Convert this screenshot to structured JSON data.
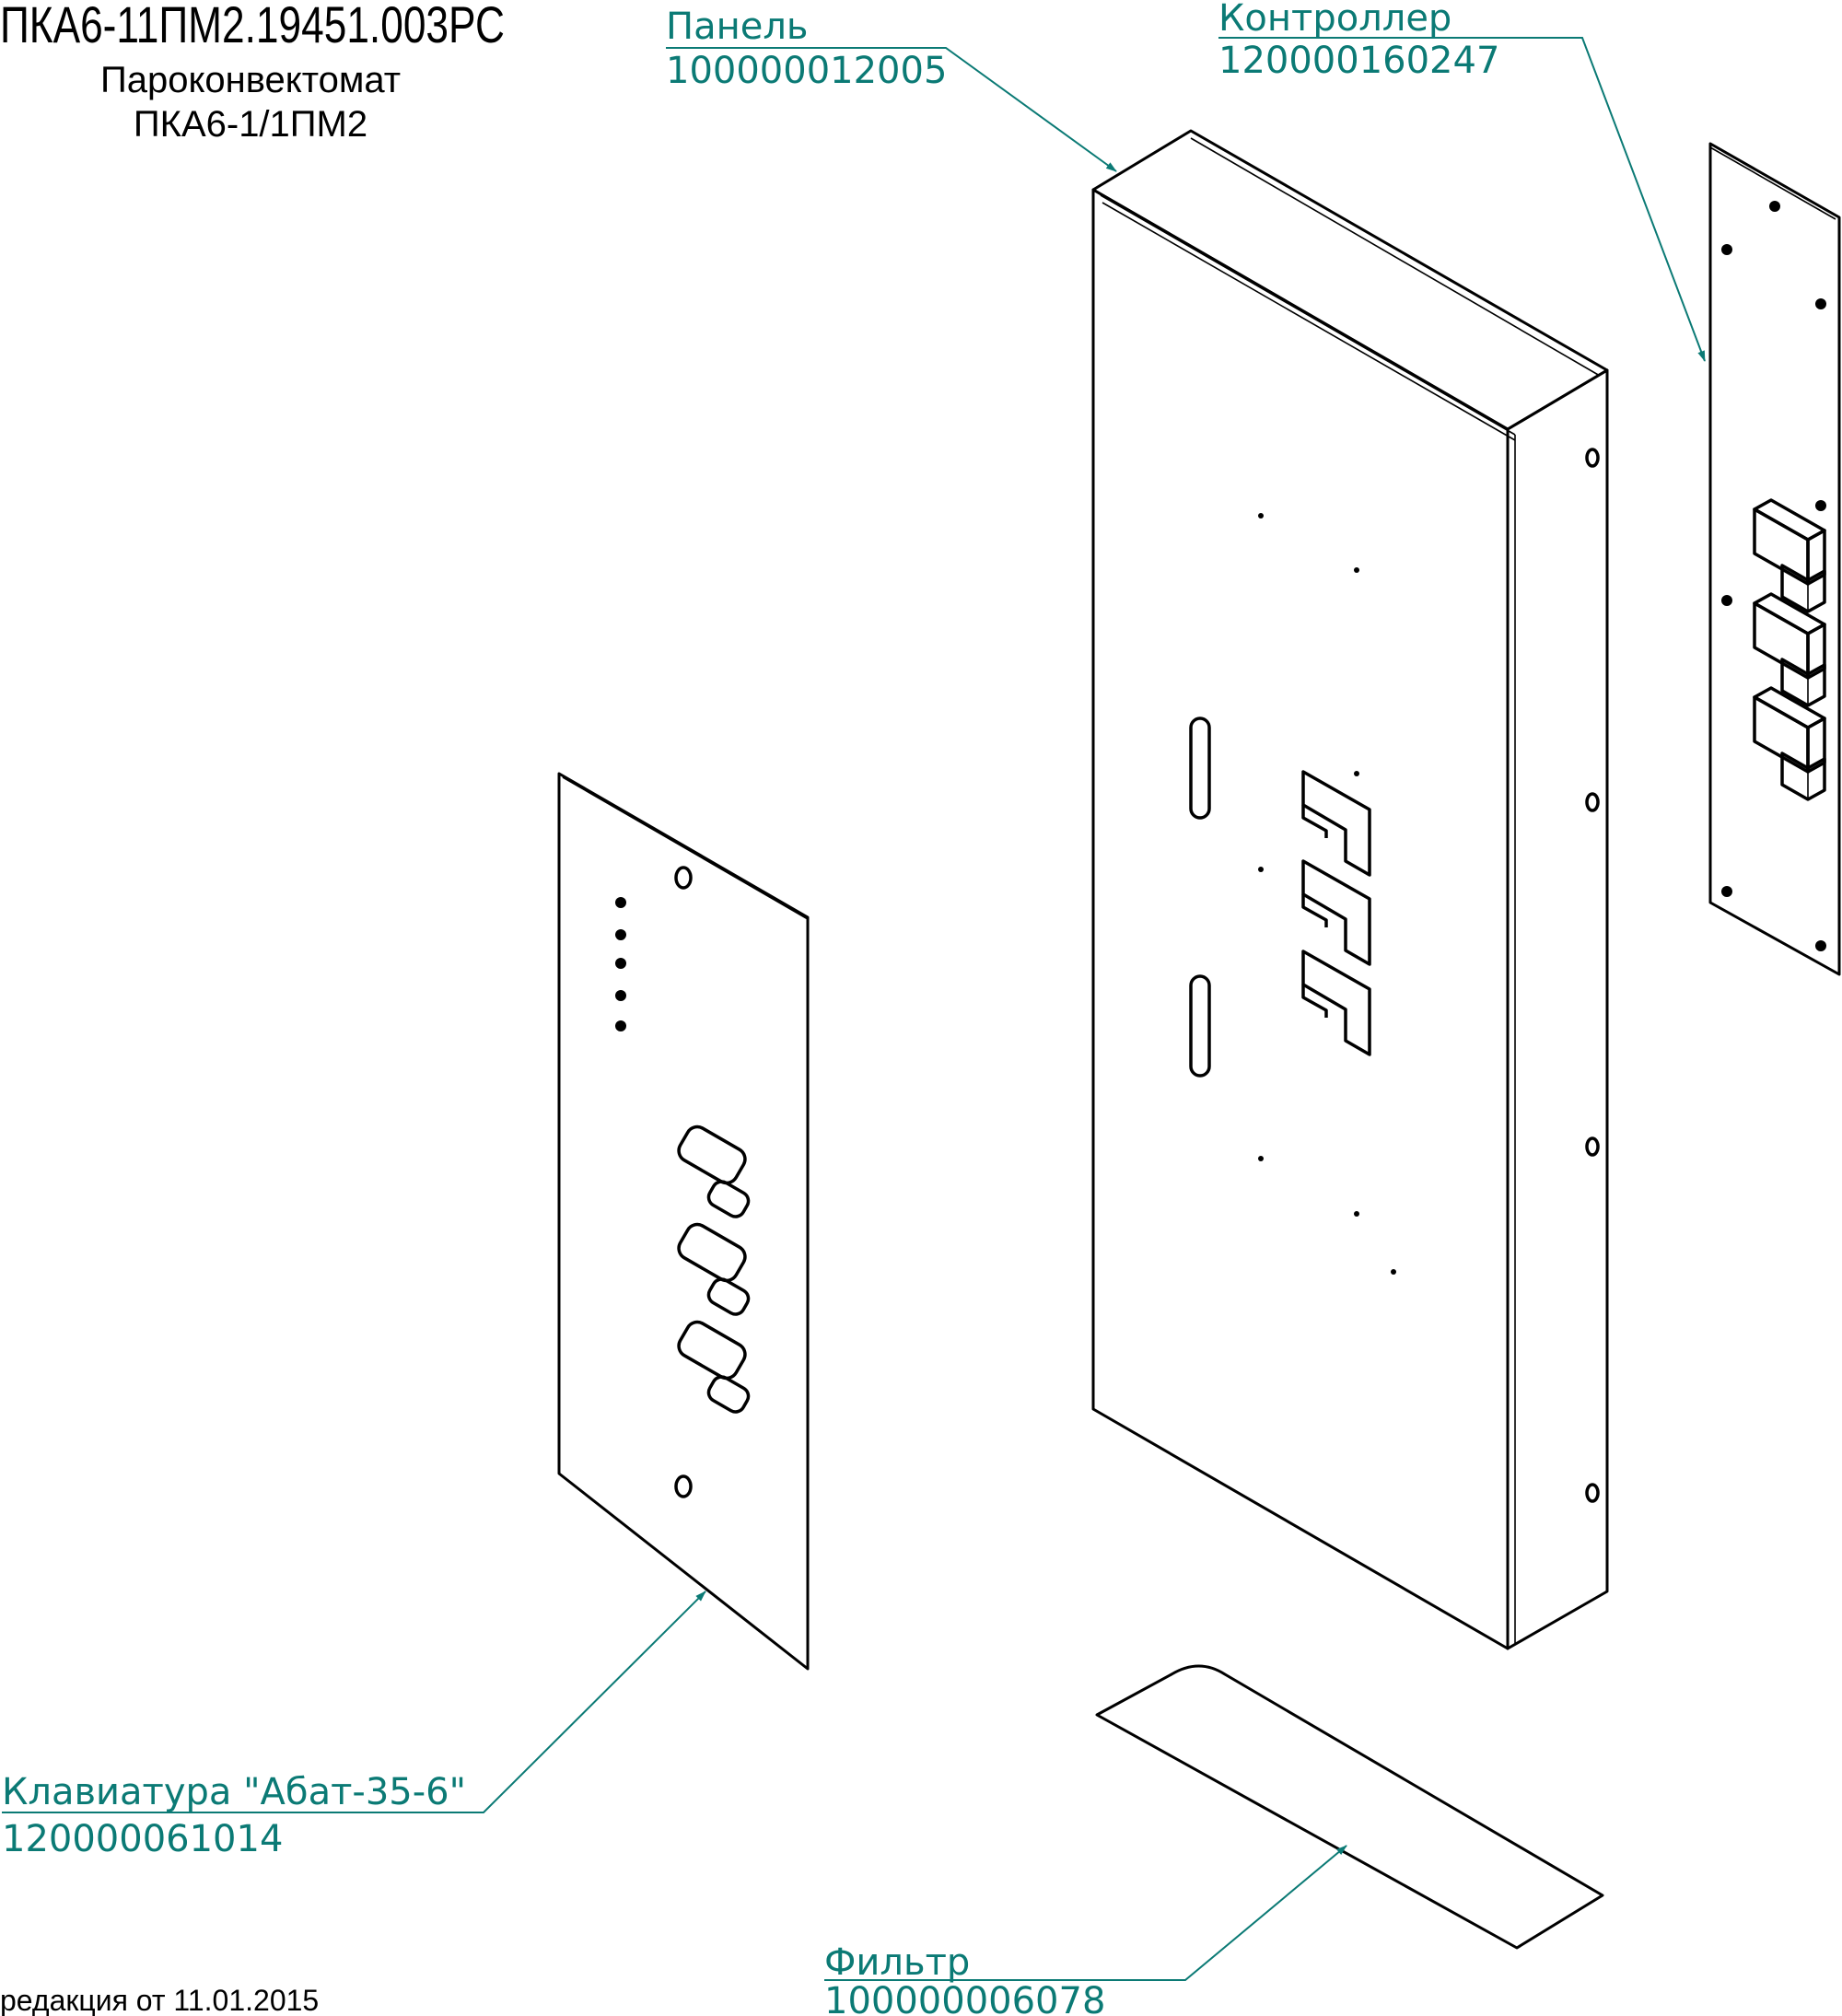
{
  "doc": {
    "code": "ПКА6-11ПМ2.19451.003РС",
    "subtitle_line1": "Пароконвектомат",
    "subtitle_line2": "ПКА6-1/1ПМ2",
    "revision": "редакция от 11.01.2015"
  },
  "callouts": {
    "panel": {
      "name": "Панель",
      "number": "100000012005"
    },
    "controller": {
      "name": "Контроллер",
      "number": "120000160247"
    },
    "keyboard": {
      "name": "Клавиатура \"Абат-35-6\"",
      "number": "120000061014"
    },
    "filter": {
      "name": "Фильтр",
      "number": "100000006078"
    }
  },
  "colors": {
    "callout": "#0b7a75",
    "line": "#000000",
    "background": "#ffffff"
  }
}
